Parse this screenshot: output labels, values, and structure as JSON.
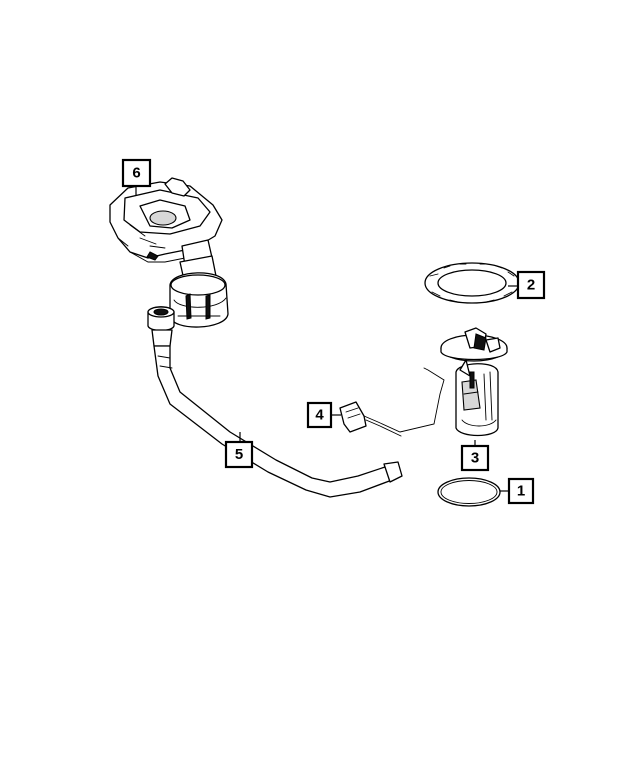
{
  "callouts": [
    {
      "number": "1",
      "part": "fuel-pump-seal"
    },
    {
      "number": "2",
      "part": "lock-ring"
    },
    {
      "number": "3",
      "part": "fuel-pump-module"
    },
    {
      "number": "4",
      "part": "fuel-level-sensor"
    },
    {
      "number": "5",
      "part": "filler-hose"
    },
    {
      "number": "6",
      "part": "fuel-filler-housing"
    }
  ],
  "colors": {
    "line": "#000000",
    "background": "#ffffff"
  }
}
